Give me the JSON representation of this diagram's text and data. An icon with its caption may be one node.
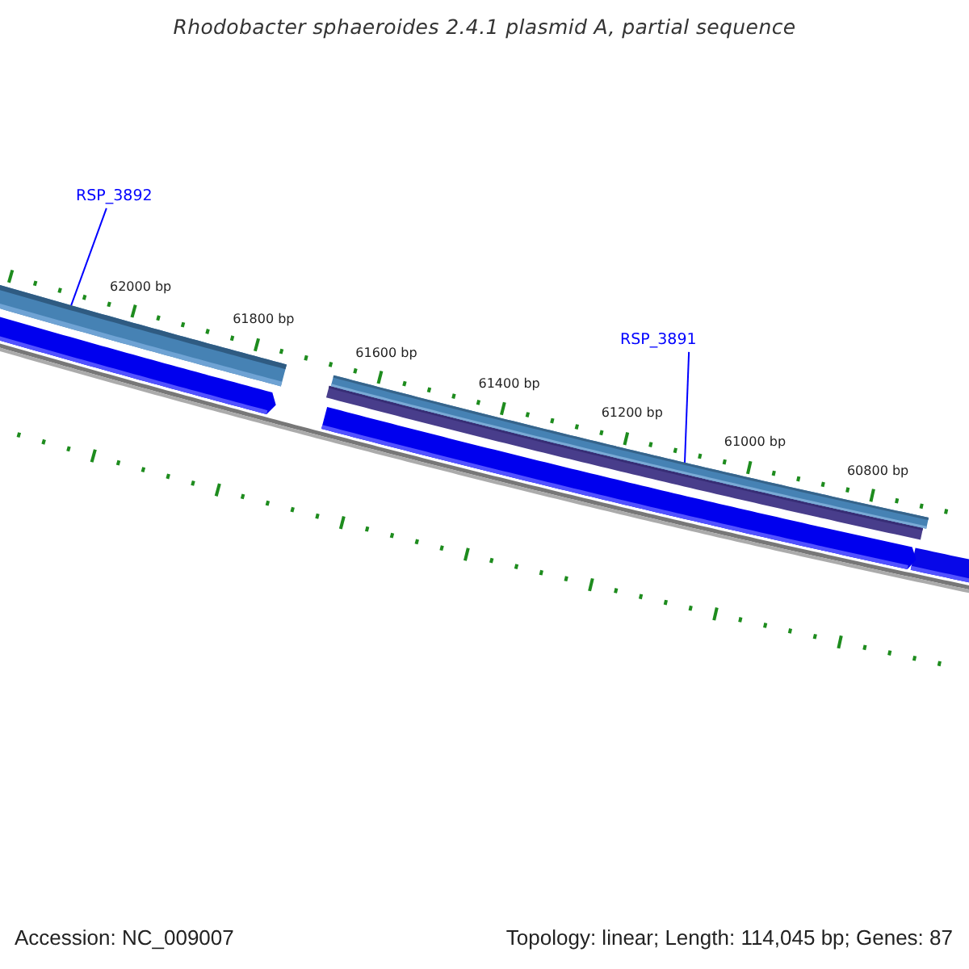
{
  "diagram": {
    "title": "Rhodobacter sphaeroides 2.4.1 plasmid A, partial sequence",
    "nodes": [
      {
        "text": [
          "RSP_3892"
        ]
      },
      {
        "text": [],
        "shape": "bar"
      },
      {
        "text": [
          "RSP_3891"
        ]
      },
      {
        "text": [],
        "shape": "bar"
      }
    ],
    "edges": [
      {
        "from": 0,
        "to": 1,
        "arrow": "none"
      },
      {
        "from": 2,
        "to": 3,
        "arrow": "none"
      }
    ],
    "labels": [
      "62000 bp",
      "61800 bp",
      "61600 bp",
      "61400 bp",
      "61200 bp",
      "61000 bp",
      "60800 bp",
      "Accession: NC_009007",
      "Topology: linear; Length: 114,045 bp; Genes: 87"
    ]
  }
}
